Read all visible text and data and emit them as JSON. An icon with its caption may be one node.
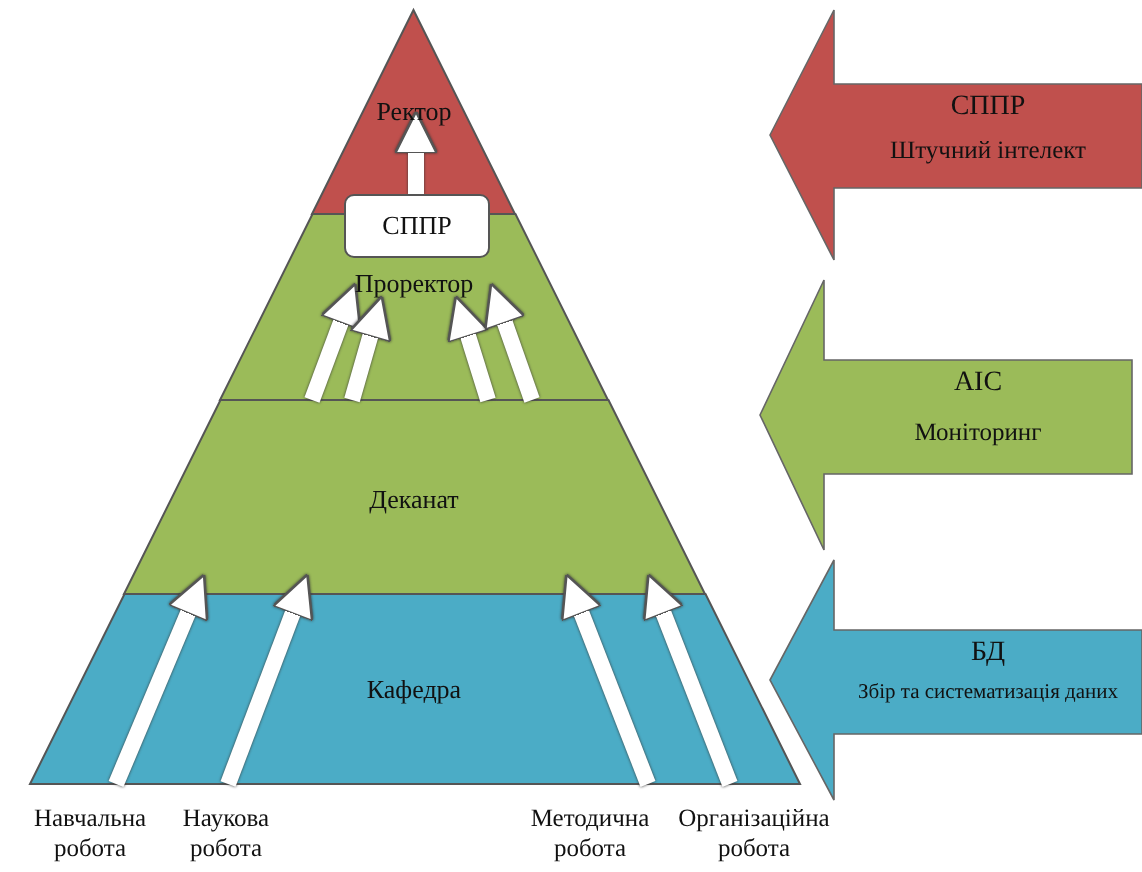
{
  "diagram": {
    "nodes": [
      {
        "text": [
          "Ректор"
        ]
      },
      {
        "text": [
          "СППР"
        ]
      },
      {
        "text": [
          "Проректор"
        ]
      },
      {
        "text": [
          "Деканат"
        ]
      },
      {
        "text": [
          "Кафедра"
        ]
      },
      {
        "text": [
          "СППР",
          "Штучний інтелект"
        ]
      },
      {
        "text": [
          "АІС",
          "Моніторинг"
        ]
      },
      {
        "text": [
          "БД",
          "Збір та систематизація даних"
        ]
      }
    ],
    "edges": [
      {
        "from": 1,
        "to": 0,
        "arrow": "to"
      },
      {
        "from": 3,
        "to": 2,
        "arrow": "to"
      },
      {
        "from": 3,
        "to": 2,
        "arrow": "to"
      },
      {
        "from": 3,
        "to": 2,
        "arrow": "to"
      },
      {
        "from": 3,
        "to": 2,
        "arrow": "to"
      },
      {
        "from": 4,
        "to": 3,
        "arrow": "to"
      },
      {
        "from": 4,
        "to": 3,
        "arrow": "to"
      },
      {
        "from": 4,
        "to": 3,
        "arrow": "to"
      },
      {
        "from": 4,
        "to": 3,
        "arrow": "to"
      }
    ],
    "labels": [
      "Навчальна робота",
      "Наукова робота",
      "Методична робота",
      "Організаційна робота"
    ]
  }
}
